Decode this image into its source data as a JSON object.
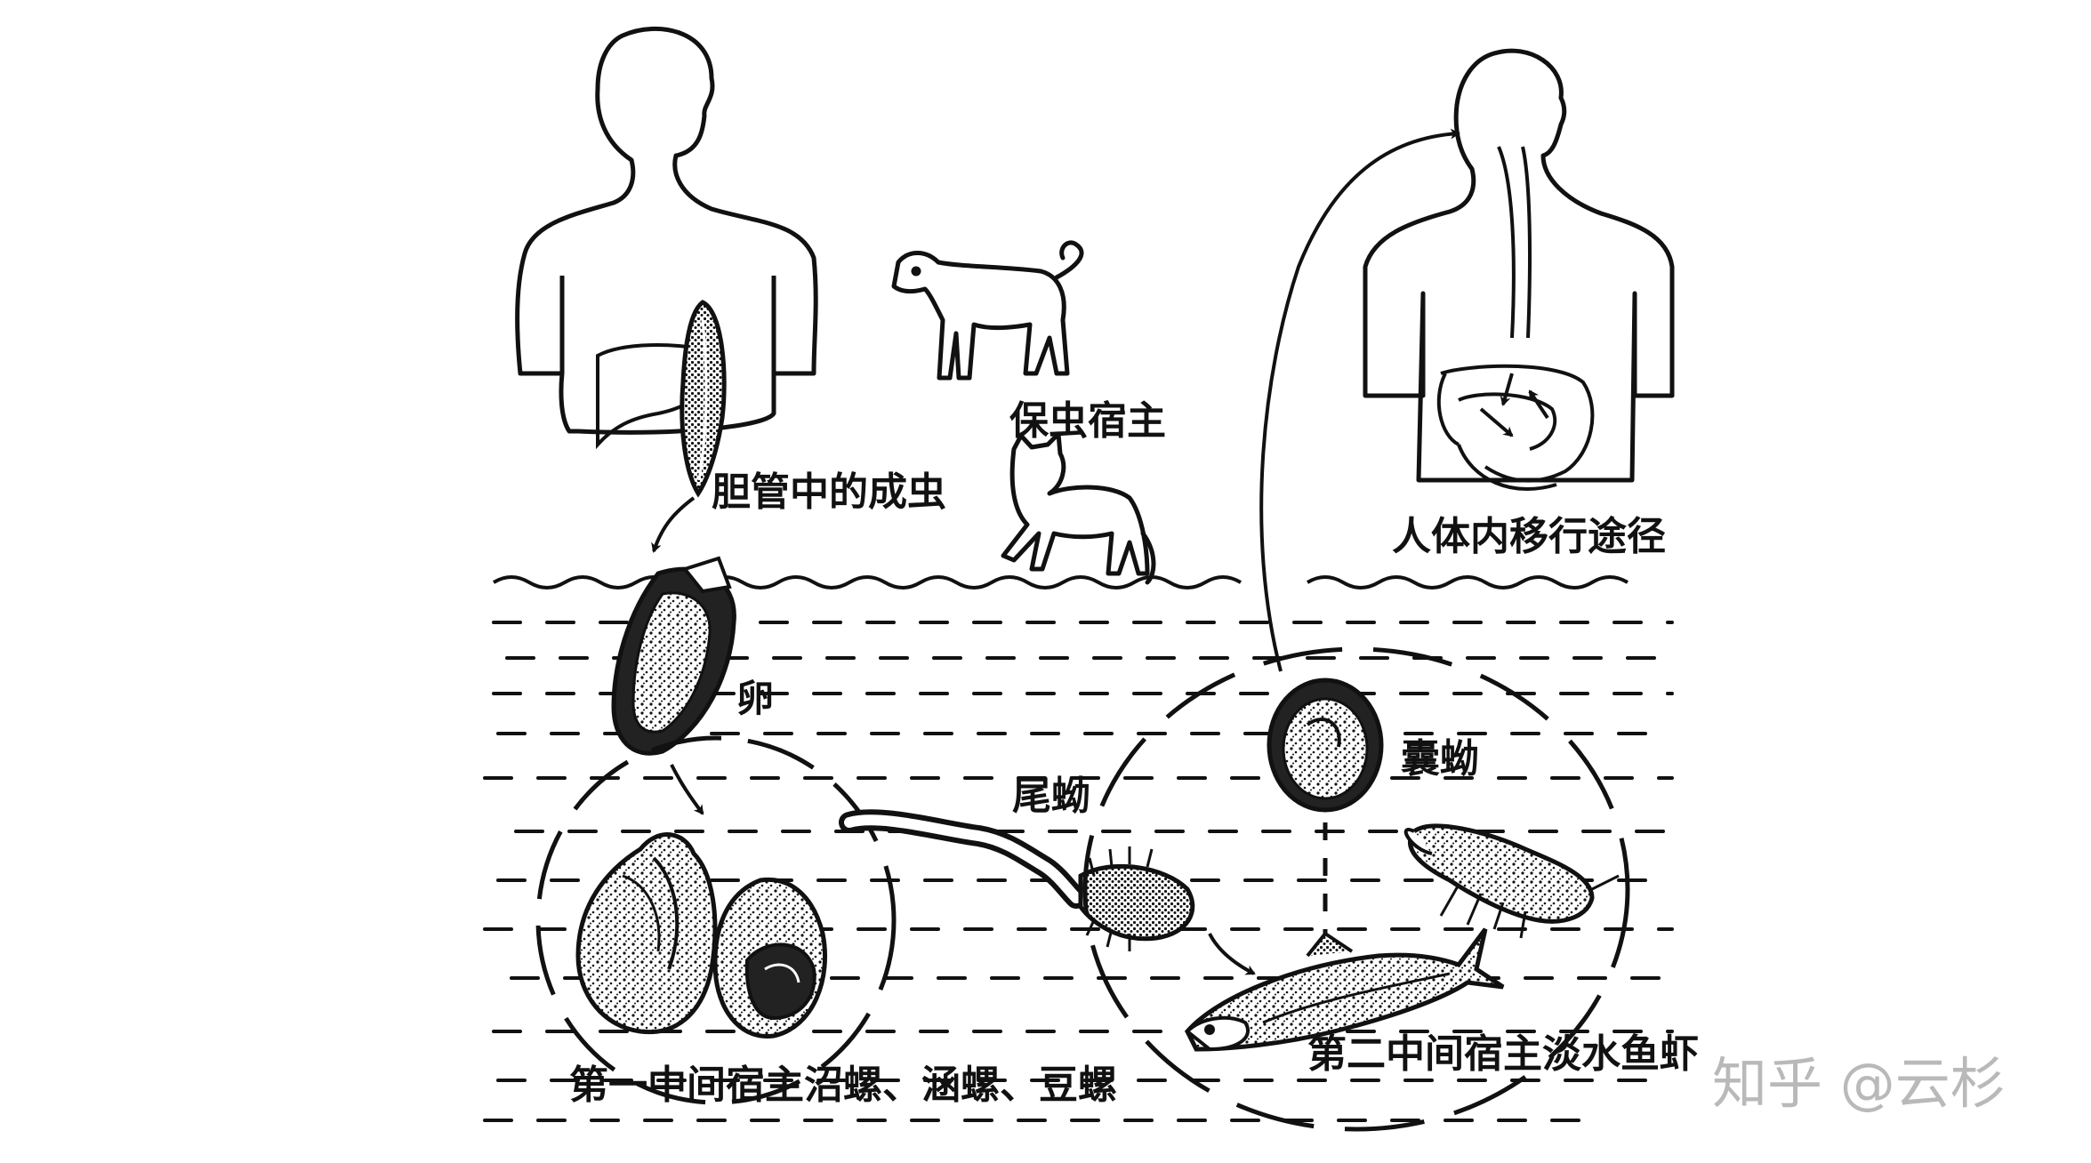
{
  "labels": {
    "adult": "胆管中的成虫",
    "reservoir": "保虫宿主",
    "migration": "人体内移行途径",
    "egg": "卵",
    "cercaria": "尾蚴",
    "metacercaria": "囊蚴",
    "first_host": "第一中间宿主沼螺、涵螺、豆螺",
    "second_host": "第二中间宿主淡水鱼虾"
  },
  "watermark": "知乎 @云杉",
  "colors": {
    "ink": "#111111",
    "paper": "#ffffff",
    "watermark": "#b9b9b9"
  },
  "icons": [
    "human-silhouette-icon",
    "dog-icon",
    "cat-icon",
    "adult-fluke-icon",
    "egg-icon",
    "snail-icon",
    "cercaria-icon",
    "metacercaria-icon",
    "fish-icon",
    "shrimp-icon"
  ]
}
